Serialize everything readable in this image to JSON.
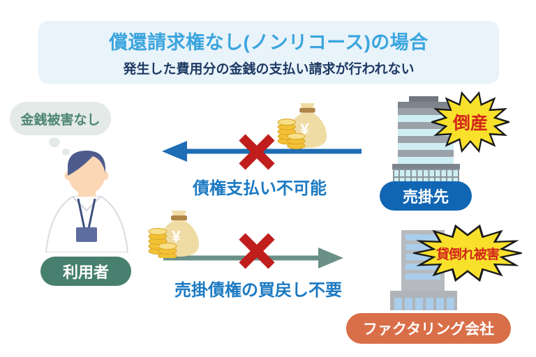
{
  "header": {
    "title": "償還請求権なし(ノンリコース)の場合",
    "subtitle": "発生した費用分の金銭の支払い請求が行われない"
  },
  "actors": {
    "user": {
      "thought": "金銭被害なし",
      "label": "利用者"
    },
    "seller": {
      "label": "売掛先",
      "status_burst": "倒産"
    },
    "factoring": {
      "label": "ファクタリング会社",
      "status_burst": "貸倒れ被害"
    }
  },
  "flows": {
    "payment": {
      "caption": "債権支払い不可能",
      "direction": "left",
      "blocked": true
    },
    "buyback": {
      "caption": "売掛債権の買戻し不要",
      "direction": "right",
      "blocked": true
    }
  },
  "icons": {
    "yen": "¥"
  },
  "colors": {
    "header_bg": "#e9f3fa",
    "title_blue": "#3aa5de",
    "subtitle_navy": "#1e3a63",
    "bubble_bg": "#e3eae7",
    "bubble_text": "#4e8573",
    "user_pill": "#47806e",
    "seller_pill": "#1166b3",
    "factoring_pill": "#d96f48",
    "arrow_blue": "#1e6db5",
    "arrow_teal": "#6b9088",
    "cross_red": "#c01d1d",
    "caption_blue": "#1b79c2",
    "burst_yellow": "#f9e12b",
    "burst_text_red": "#d3261a"
  }
}
